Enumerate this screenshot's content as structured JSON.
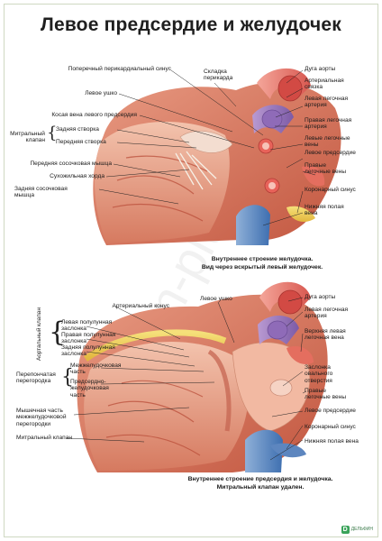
{
  "title": "Левое предсердие и желудочек",
  "top": {
    "labels": {
      "transverse_sinus": "Поперечный перикардиальный синус",
      "pericardial_fold": "Складка перикарда",
      "aortic_arch": "Дуга аорты",
      "arterial_ligament": "Артериальная связка",
      "left_pulm_artery": "Левая легочная артерия",
      "left_auricle": "Левое ушко",
      "oblique_vein": "Косая вена левого предсердия",
      "right_pulm_artery": "Правая легочная артерия",
      "mitral_valve": "Митральный клапан",
      "posterior_cusp": "Задняя створка",
      "anterior_cusp": "Передняя створка",
      "left_pulm_veins": "Левые легочные вены",
      "left_atrium": "Левое предсердие",
      "anterior_papillary": "Передняя сосочковая мышца",
      "right_pulm_veins": "Правые легочные вены",
      "chordae": "Сухожильная хорда",
      "coronary_sinus": "Коронарный синус",
      "posterior_papillary": "Задняя сосочковая мышца",
      "ivc": "Нижняя полая вена"
    },
    "caption_line1": "Внутреннее строение желудочка.",
    "caption_line2": "Вид через вскрытый левый желудочек."
  },
  "bottom": {
    "labels": {
      "aortic_valve": "Аортальный клапан",
      "arterial_cone": "Артериальный конус",
      "left_auricle": "Левое ушко",
      "aortic_arch": "Дуга аорты",
      "left_pulm_artery": "Левая легочная артерия",
      "left_semilunar": "Левая полулунная заслонка",
      "right_semilunar": "Правая полулунная заслонка",
      "posterior_semilunar": "Задняя полулунная заслонка",
      "upper_left_pulm_vein": "Верхняя левая легочная вена",
      "membranous_septum": "Перепончатая перегородка",
      "interventricular_part": "Межжелудочковая часть",
      "atrioventricular_part": "Предсердно-желудочковая часть",
      "foramen_ovale_valve": "Заслонка овального отверстия",
      "right_pulm_veins": "Правые легочные вены",
      "muscular_septum": "Мышечная часть межжелудочковой перегородки",
      "left_atrium": "Левое предсердие",
      "coronary_sinus": "Коронарный синус",
      "mitral_valve": "Митральный клапан",
      "ivc": "Нижняя полая вена"
    },
    "caption_line1": "Внутреннее строение предсердия и желудочка.",
    "caption_line2": "Митральный клапан удален."
  },
  "watermark": "ozon-plus",
  "logo_mark": "D",
  "logo_text": "ДЕЛЬФИН"
}
